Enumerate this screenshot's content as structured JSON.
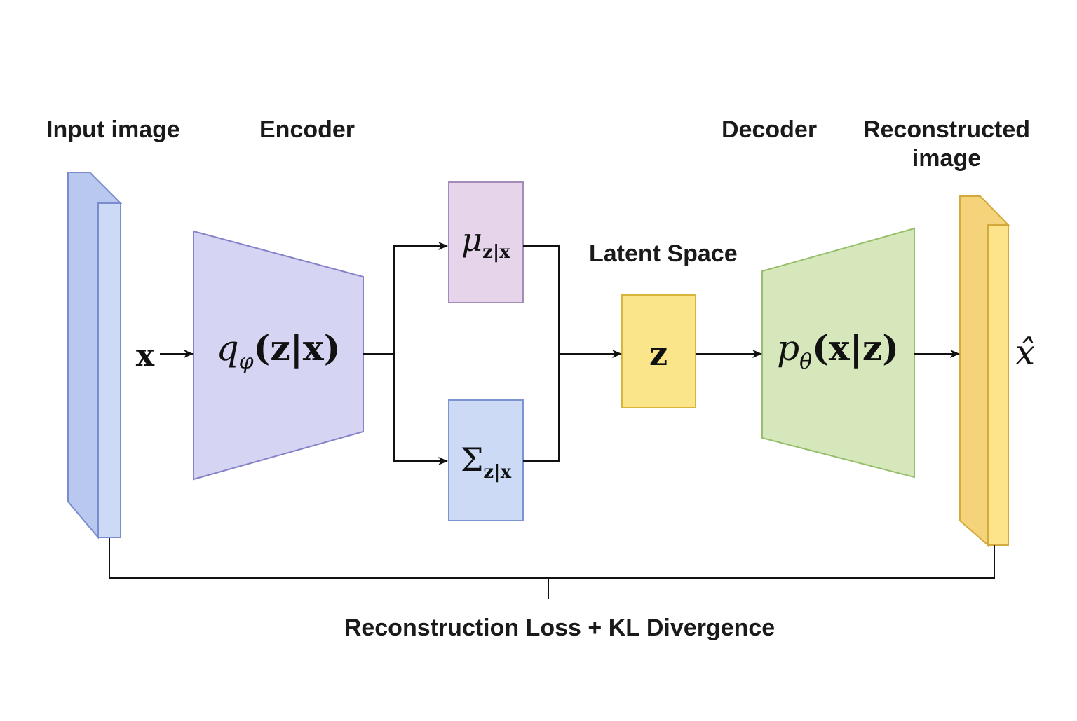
{
  "labels": {
    "input_image": "Input image",
    "encoder": "Encoder",
    "decoder": "Decoder",
    "reconstructed_image": "Reconstructed\nimage",
    "latent_space": "Latent Space",
    "loss": "Reconstruction Loss + KL Divergence"
  },
  "math": {
    "x": "x",
    "encoder_q": "q",
    "encoder_sub": "φ",
    "encoder_arg": "(z|x)",
    "mu": "μ",
    "mu_sub": "z|x",
    "sigma": "Σ",
    "sigma_sub": "z|x",
    "z": "z",
    "decoder_p": "p",
    "decoder_sub": "θ",
    "decoder_arg": "(x|z)",
    "x_hat": "x̂"
  },
  "colors": {
    "input_front": "#ccdaf5",
    "input_side": "#b9c8ee",
    "input_stroke": "#7b8bd0",
    "encoder_fill": "#d5d4f2",
    "encoder_stroke": "#8582c8",
    "mu_fill": "#e6d4ea",
    "mu_stroke": "#a58bb8",
    "sigma_fill": "#ccdaf6",
    "sigma_stroke": "#7d95cf",
    "z_fill": "#fbe58a",
    "z_stroke": "#d8b43a",
    "decoder_fill": "#d6e8bb",
    "decoder_stroke": "#95bf6a",
    "output_front": "#fde38a",
    "output_side": "#f4d37a",
    "output_stroke": "#d4aa3c",
    "line": "#111111"
  }
}
